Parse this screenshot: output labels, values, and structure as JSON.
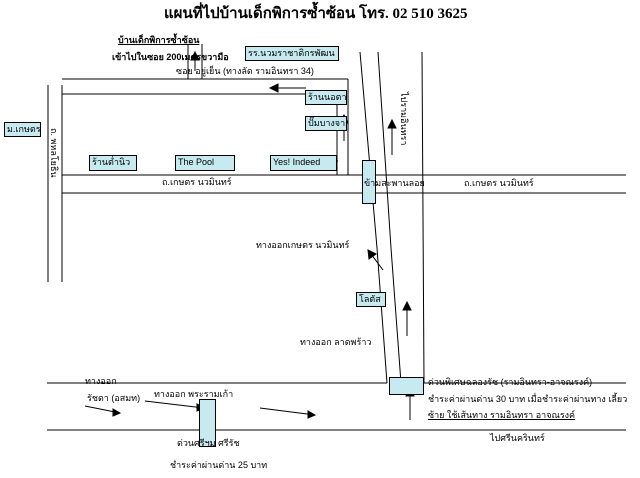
{
  "title": "แผนที่ไปบ้านเด็กพิการซ้ำซ้อน โทร. 02 510 3625",
  "colors": {
    "box_fill": "#c6eaf0",
    "line": "#000000",
    "spell_underline": "#d00000"
  },
  "places": {
    "home": "บ้านเด็กพิการซ้ำซ้อน",
    "soi_entry": "เข้าไปในซอย 200เมตรขวามือ",
    "school": "รร.นวมราชาดิกรพัฒน",
    "soi_name": "ซอย อยู่เย็น (ทางลัด รามอินทรา 34)",
    "shop_right": "ร้านนอตาร",
    "gas_station": "ปั๊มบางจาก",
    "kaset_left": "ม.เกษตร",
    "phahonyothin": "ถ. พหลโยธิน",
    "noodle_shop": "ร้านต่ำนิว",
    "the_pool": "The  Pool",
    "yes_indeed": "Yes! Indeed",
    "kaset_nawamin_road_left": "ถ.เกษตร นวมินทร์",
    "ram_intra_dir": "ไปรามอินทรา",
    "flyover": "ข้ามสะพานลอย",
    "kaset_nawamin_road_right": "ถ.เกษตร นวมินทร์",
    "exit_kaset": "ทางออกเกษตร นวมินทร์",
    "lotus": "โลตัส",
    "exit_ladprao": "ทางออก ลาดพร้าว",
    "exit_ratchada_1": "ทางออก",
    "exit_ratchada_2": "รัชดา (อสมท)",
    "exit_rama9": "ทางออก พระรามเก้า",
    "expressway_left_1": "ด่วนศรีฯม ศรีรัช",
    "expressway_left_2": "ชำระค่าผ่านด่าน 25 บาท",
    "expressway_right_1": "ด่วนพิเศษฉลองรัช (รามอินทรา-อาจณรงค์)",
    "expressway_right_2": "ชำระค่าผ่านด่าน 30 บาท  เมื่อชำระค่าผ่านทาง เลี้ยว",
    "expressway_right_3": "ซ้าย ใช้เส้นทาง รามอินทรา อาจณรงค์",
    "srinakarin": "ไปศรีนครินทร์"
  }
}
